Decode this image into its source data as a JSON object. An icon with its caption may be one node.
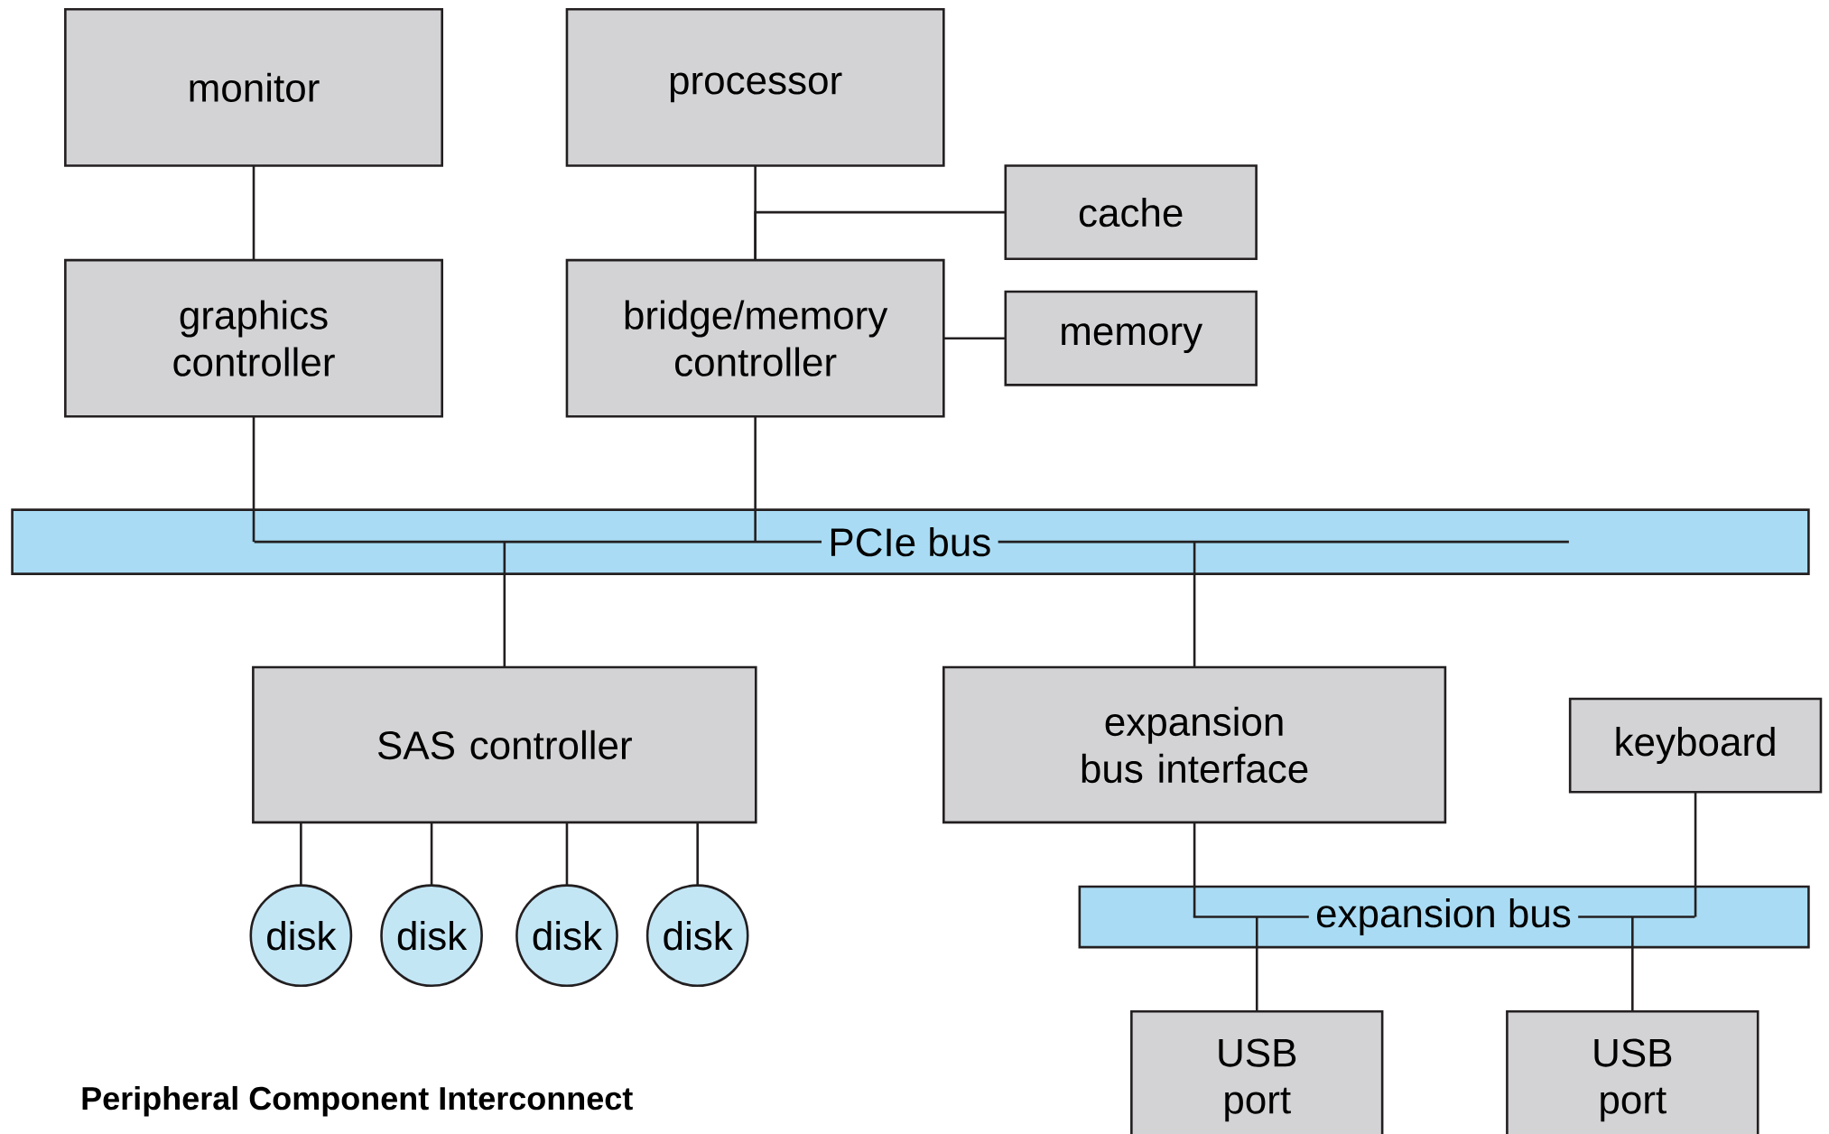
{
  "diagram": {
    "caption": "Peripheral Component Interconnect",
    "nodes": [
      {
        "text": [
          "monitor"
        ]
      },
      {
        "text": [
          "processor"
        ]
      },
      {
        "text": [
          "cache"
        ]
      },
      {
        "text": [
          "graphics controller"
        ]
      },
      {
        "text": [
          "bridge/memory controller"
        ]
      },
      {
        "text": [
          "memory"
        ]
      },
      {
        "text": [
          "PCIe bus"
        ]
      },
      {
        "text": [
          "SAS controller"
        ]
      },
      {
        "text": [
          "expansion bus interface"
        ]
      },
      {
        "text": [
          "keyboard"
        ]
      },
      {
        "text": [
          "disk"
        ]
      },
      {
        "text": [
          "disk"
        ]
      },
      {
        "text": [
          "disk"
        ]
      },
      {
        "text": [
          "disk"
        ]
      },
      {
        "text": [
          "expansion bus"
        ]
      },
      {
        "text": [
          "USB port"
        ]
      },
      {
        "text": [
          "USB port"
        ]
      }
    ],
    "edges": [
      {
        "from": 0,
        "to": 3,
        "arrow": "none"
      },
      {
        "from": 1,
        "to": 4,
        "arrow": "none"
      },
      {
        "from": 2,
        "to": 4,
        "arrow": "none"
      },
      {
        "from": 5,
        "to": 4,
        "arrow": "none"
      },
      {
        "from": 3,
        "to": 6,
        "arrow": "none"
      },
      {
        "from": 4,
        "to": 6,
        "arrow": "none"
      },
      {
        "from": 6,
        "to": 7,
        "arrow": "none"
      },
      {
        "from": 6,
        "to": 8,
        "arrow": "none"
      },
      {
        "from": 7,
        "to": 10,
        "arrow": "none"
      },
      {
        "from": 7,
        "to": 11,
        "arrow": "none"
      },
      {
        "from": 7,
        "to": 12,
        "arrow": "none"
      },
      {
        "from": 7,
        "to": 13,
        "arrow": "none"
      },
      {
        "from": 8,
        "to": 14,
        "arrow": "none"
      },
      {
        "from": 9,
        "to": 14,
        "arrow": "none"
      },
      {
        "from": 14,
        "to": 15,
        "arrow": "none"
      },
      {
        "from": 14,
        "to": 16,
        "arrow": "none"
      }
    ]
  }
}
